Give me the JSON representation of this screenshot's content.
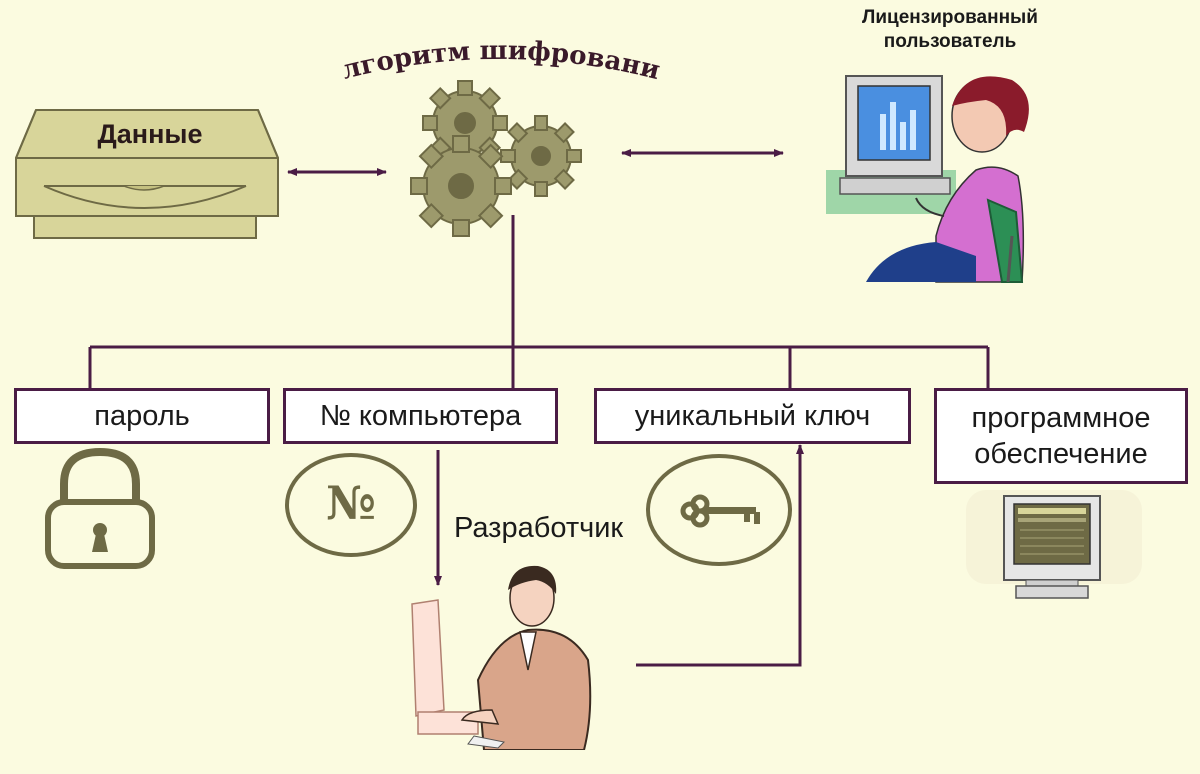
{
  "title": "Алгоритм шифрования",
  "data_store": {
    "label": "Данные"
  },
  "licensed_user": {
    "line1": "Лицензированный",
    "line2": "пользователь"
  },
  "boxes": {
    "password": "пароль",
    "computer_number": "№  компьютера",
    "unique_key": "уникальный ключ",
    "software_line1": "программное",
    "software_line2": "обеспечение"
  },
  "developer": {
    "label": "Разработчик"
  },
  "number_symbol": "№",
  "colors": {
    "background": "#fbfbe0",
    "line": "#4a1c45",
    "olive": "#6e6a45",
    "drive": "#d8d59a"
  },
  "icons": [
    "drive-icon",
    "gears-icon",
    "user-at-computer-icon",
    "padlock-icon",
    "number-sign-icon",
    "key-icon",
    "monitor-icon",
    "developer-icon"
  ]
}
